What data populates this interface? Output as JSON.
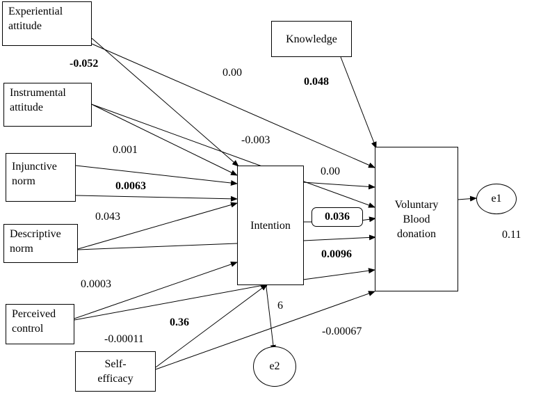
{
  "nodes": {
    "experiential_attitude": "Experiential attitude",
    "instrumental_attitude": "Instrumental attitude",
    "injunctive_norm": "Injunctive norm",
    "descriptive_norm": "Descriptive norm",
    "perceived_control": "Perceived control",
    "self_efficacy": "Self-efficacy",
    "self_efficacy_line1": "Self-",
    "self_efficacy_line2": "efficacy",
    "knowledge": "Knowledge",
    "intention": "Intention",
    "voluntary_blood_donation": "Voluntary Blood donation",
    "vbd_line1": "Voluntary",
    "vbd_line2": "Blood",
    "vbd_line3": "donation",
    "e1": "e1",
    "e2": "e2"
  },
  "coefficients": {
    "exp_to_intention": "-0.052",
    "exp_to_vbd": "0.00",
    "knowledge_to_vbd": "0.048",
    "instr_to_vbd": "-0.003",
    "instr_to_intention": "0.001",
    "injunctive_to_intention": "0.0063",
    "intention_to_vbd": "0.00",
    "descriptive_to_intention": "0.043",
    "intention_vbd_boxed": "0.036",
    "descriptive_to_vbd": "0.0096",
    "perceived_to_intention": "0.0003",
    "self_efficacy_to_intention": "0.36",
    "e2_label": "6",
    "self_efficacy_other": "-0.00011",
    "self_efficacy_to_vbd": "-0.00067",
    "vbd_r2": "0.11"
  }
}
